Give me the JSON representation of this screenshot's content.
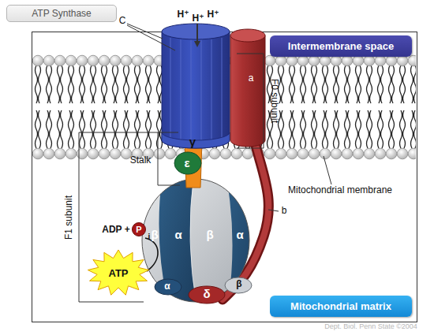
{
  "diagram": {
    "title": "ATP Synthase",
    "nodes": [
      {
        "text": [
          "Intermembrane space"
        ]
      },
      {
        "text": [
          "P"
        ]
      },
      {
        "text": [
          "ATP"
        ]
      },
      {
        "text": [
          "Mitochondrial matrix"
        ]
      }
    ],
    "labels": [
      "C",
      "H⁺",
      "H⁺",
      "H⁺",
      "a",
      "F0 subunit",
      "Mitochondrial membrane",
      "Stalk",
      "γ",
      "ε",
      "F1 subunit",
      "ADP +",
      "i",
      "β",
      "α",
      "β",
      "α",
      "α",
      "δ",
      "β",
      "b",
      "Dept. Biol. Penn State ©2004"
    ]
  }
}
